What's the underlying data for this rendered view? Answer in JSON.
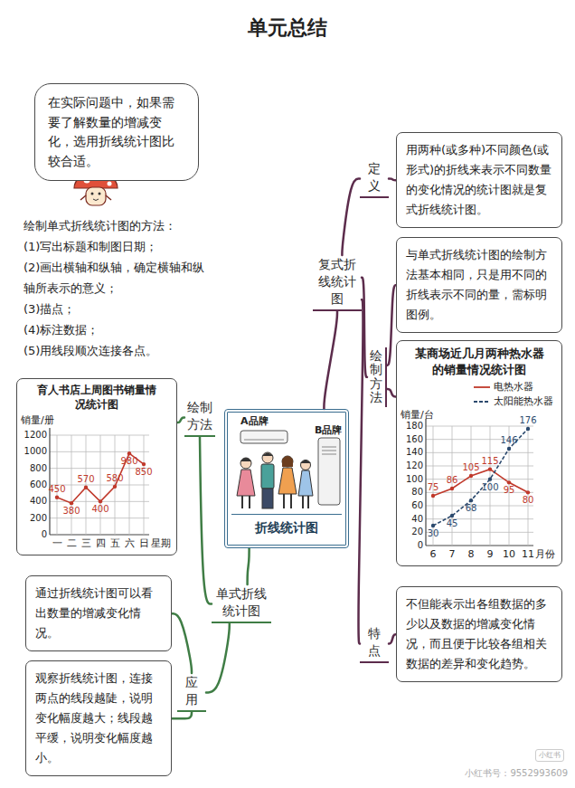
{
  "diagram": {
    "title": "单元总结",
    "nodes": [
      {
        "text": [
          "折线统计图"
        ]
      },
      {
        "text": [
          "单式折线统计图"
        ]
      },
      {
        "text": [
          "绘制方法"
        ]
      },
      {
        "text": [
          "育人书店上周图书销量情况统计图"
        ]
      },
      {
        "text": [
          "应用"
        ]
      },
      {
        "text": [
          "通过折线统计图可以看出数量的增减变化情况。"
        ]
      },
      {
        "text": [
          "观察折线统计图，连接两点的线段越陡，说明变化幅度越大；线段越平缓，说明变化幅度越小。"
        ]
      },
      {
        "text": [
          "复式折线统计图"
        ]
      },
      {
        "text": [
          "定义"
        ]
      },
      {
        "text": [
          "用两种(或多种)不同颜色(或形式)的折线来表示不同数量的变化情况的统计图就是复式折线统计图。"
        ]
      },
      {
        "text": [
          "绘制方法"
        ]
      },
      {
        "text": [
          "与单式折线统计图的绘制方法基本相同，只是用不同的折线表示不同的量，需标明图例。"
        ]
      },
      {
        "text": [
          "某商场近几月两种热水器的销量情况统计图"
        ]
      },
      {
        "text": [
          "特点"
        ]
      },
      {
        "text": [
          "不但能表示出各组数据的多少以及数据的增减变化情况，而且便于比较各组相关数据的差异和变化趋势。"
        ]
      },
      {
        "text": [
          "在实际问题中，如果需要了解数量的增减变化，选用折线统计图比较合适。"
        ]
      }
    ],
    "edges": [
      {
        "from": 0,
        "to": 1,
        "arrow": "none"
      },
      {
        "from": 1,
        "to": 2,
        "arrow": "none"
      },
      {
        "from": 2,
        "to": 3,
        "arrow": "none"
      },
      {
        "from": 1,
        "to": 4,
        "arrow": "none"
      },
      {
        "from": 4,
        "to": 5,
        "arrow": "none"
      },
      {
        "from": 4,
        "to": 6,
        "arrow": "none"
      },
      {
        "from": 0,
        "to": 7,
        "arrow": "none"
      },
      {
        "from": 7,
        "to": 8,
        "arrow": "none"
      },
      {
        "from": 8,
        "to": 9,
        "arrow": "none"
      },
      {
        "from": 7,
        "to": 10,
        "arrow": "none"
      },
      {
        "from": 10,
        "to": 11,
        "arrow": "none"
      },
      {
        "from": 10,
        "to": 12,
        "arrow": "none"
      },
      {
        "from": 7,
        "to": 13,
        "arrow": "none"
      },
      {
        "from": 13,
        "to": 14,
        "arrow": "none"
      }
    ],
    "labels": [
      "绘制单式折线统计图的方法：",
      "(1)写出标题和制图日期；",
      "(2)画出横轴和纵轴，确定横轴和纵轴所表示的意义；",
      "(3)描点；",
      "(4)标注数据；",
      "(5)用线段顺次连接各点。",
      "销量/册",
      "1200",
      "1000",
      "800",
      "600",
      "400",
      "200",
      "0",
      "一",
      "二",
      "三",
      "四",
      "五",
      "六",
      "日",
      "星期",
      "450",
      "380",
      "570",
      "400",
      "580",
      "980",
      "850",
      "A品牌",
      "B品牌",
      "销量/台",
      "180",
      "160",
      "140",
      "120",
      "100",
      "80",
      "60",
      "40",
      "20",
      "0",
      "6",
      "7",
      "8",
      "9",
      "10",
      "11",
      "月份",
      "75",
      "86",
      "105",
      "115",
      "95",
      "80",
      "30",
      "45",
      "68",
      "100",
      "146",
      "176",
      "小红书",
      "小红书号：9552993609"
    ],
    "legend": [
      {
        "text": "电热水器"
      },
      {
        "text": "太阳能热水器"
      }
    ]
  }
}
